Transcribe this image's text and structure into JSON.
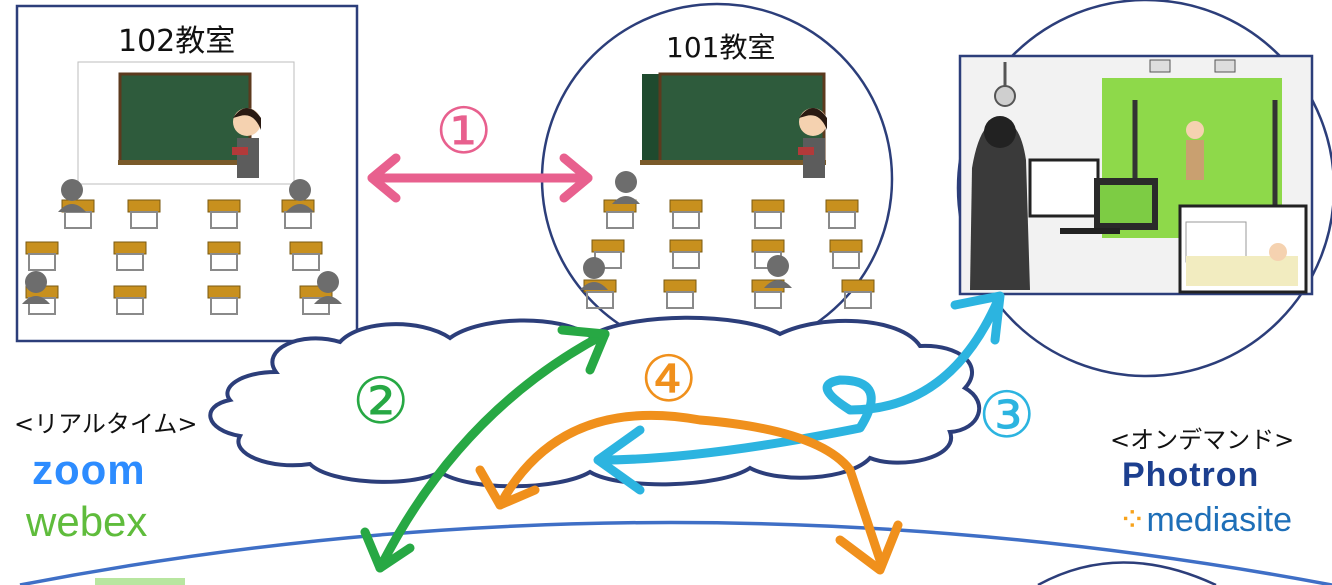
{
  "rooms": {
    "room102": "102教室",
    "room101": "101教室"
  },
  "steps": {
    "s1": "①",
    "s2": "②",
    "s3": "③",
    "s4": "④"
  },
  "realtime": {
    "label": "<リアルタイム>",
    "brands": [
      "zoom",
      "webex"
    ]
  },
  "ondemand": {
    "label": "<オンデマンド>",
    "brands": [
      "Photron",
      "mediasite"
    ]
  },
  "colors": {
    "pink": "#e8608e",
    "green": "#27a844",
    "blue": "#2cb4e0",
    "orange": "#f0901c",
    "navy": "#2c3e7a",
    "zoom": "#2d8cff",
    "webex": "#5fbc3c",
    "photron": "#1c3f8f",
    "mediasite": "#1e6fb8",
    "mediasite_dot": "#f7a21b",
    "board": "#2e5b3c",
    "desk": "#c8901e"
  }
}
